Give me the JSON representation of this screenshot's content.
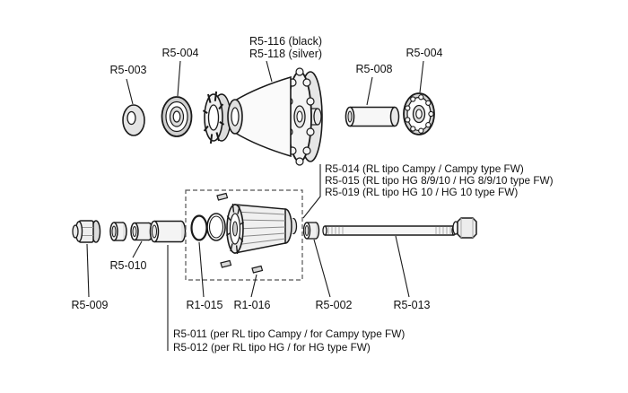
{
  "labels": {
    "r5_003": "R5-003",
    "r5_004_left": "R5-004",
    "r5_116": "R5-116 (black)",
    "r5_118": "R5-118 (silver)",
    "r5_008": "R5-008",
    "r5_004_right": "R5-004",
    "r5_014": "R5-014 (RL tipo Campy / Campy type FW)",
    "r5_015": "R5-015 (RL tipo HG 8/9/10 / HG 8/9/10 type FW)",
    "r5_019": "R5-019 (RL tipo HG 10 / HG 10 type FW)",
    "r5_010": "R5-010",
    "r5_009": "R5-009",
    "r1_015": "R1-015",
    "r1_016": "R1-016",
    "r5_002": "R5-002",
    "r5_013": "R5-013",
    "r5_011": "R5-011 (per RL tipo Campy / for Campy type FW)",
    "r5_012": "R5-012 (per RL tipo HG / for HG type FW)"
  },
  "colors": {
    "line": "#1a1a1a",
    "fill_light": "#f2f2f2",
    "fill_mid": "#e0e0e0",
    "fill_dark": "#cfcfcf",
    "background": "#ffffff"
  }
}
